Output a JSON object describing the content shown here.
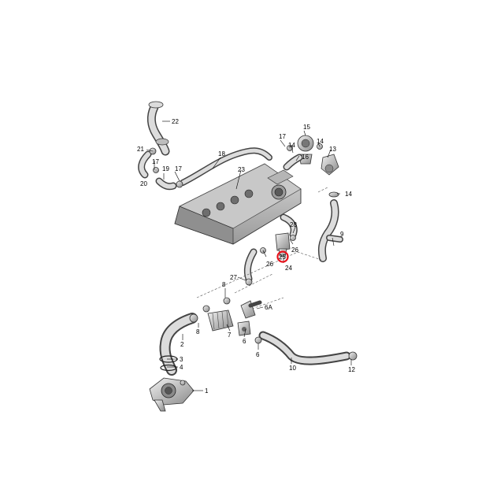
{
  "diagram": {
    "highlight_color": "#e8121b",
    "highlighted_part": "25",
    "labels": {
      "p1": "1",
      "p2": "2",
      "p3": "3",
      "p4": "4",
      "p6a": "6A",
      "p6": "6",
      "p7": "7",
      "p8a": "8",
      "p8b": "8",
      "p10": "10",
      "p12": "12",
      "p13": "13",
      "p14a": "14",
      "p14b": "14",
      "p15": "15",
      "p16": "16",
      "p17a": "17",
      "p17b": "17",
      "p17c": "17",
      "p18": "18",
      "p19": "19",
      "p20": "20",
      "p21": "21",
      "p22": "22",
      "p23": "23",
      "p24": "24",
      "p25": "25",
      "p26a": "26",
      "p26b": "26",
      "p27": "27",
      "p28": "28",
      "p9": "9"
    }
  }
}
